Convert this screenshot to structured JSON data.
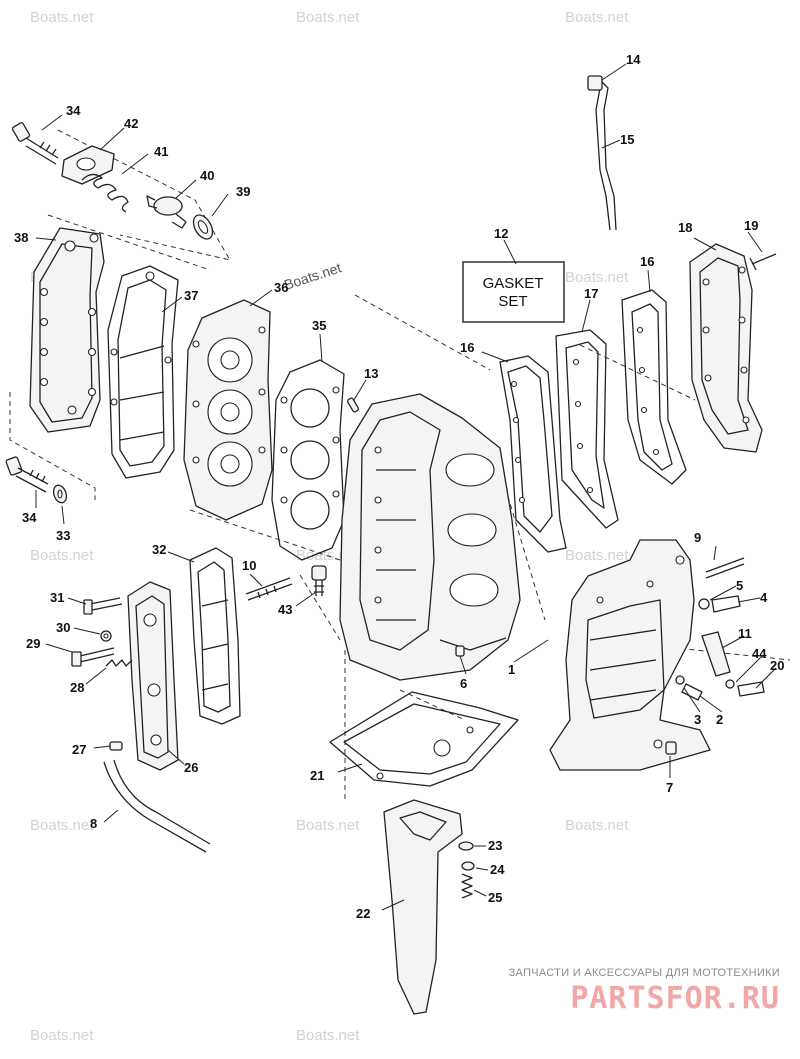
{
  "watermark": "Boats.net",
  "gasket_set": {
    "line1": "GASKET",
    "line2": "SET"
  },
  "footer": {
    "tagline": "ЗАПЧАСТИ И АКСЕССУАРЫ ДЛЯ МОТОТЕХНИКИ",
    "logo": "PARTSFOR.RU"
  },
  "callouts": [
    "1",
    "2",
    "3",
    "4",
    "5",
    "6",
    "7",
    "8",
    "9",
    "10",
    "11",
    "12",
    "13",
    "14",
    "15",
    "16",
    "17",
    "18",
    "19",
    "20",
    "21",
    "22",
    "23",
    "24",
    "25",
    "26",
    "27",
    "28",
    "29",
    "30",
    "31",
    "32",
    "33",
    "34",
    "35",
    "36",
    "37",
    "38",
    "39",
    "40",
    "41",
    "42",
    "43",
    "44"
  ]
}
